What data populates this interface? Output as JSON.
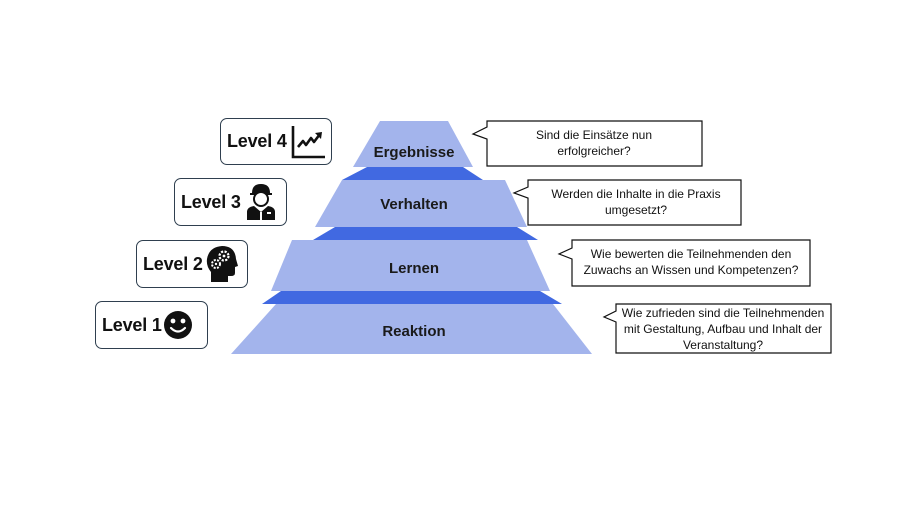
{
  "diagram": {
    "colors": {
      "slab_fill": "#A3B4EC",
      "connector_fill": "#4169E1",
      "box_border": "#2F3F4F",
      "text": "#111111"
    },
    "levels": [
      {
        "level_label": "Level 4",
        "icon": "trending-chart-icon",
        "slab_label": "Ergebnisse",
        "question_lines": [
          "Sind die Einsätze nun",
          "erfolgreicher?"
        ]
      },
      {
        "level_label": "Level 3",
        "icon": "worker-icon",
        "slab_label": "Verhalten",
        "question_lines": [
          "Werden die Inhalte in die Praxis",
          "umgesetzt?"
        ]
      },
      {
        "level_label": "Level 2",
        "icon": "head-gears-icon",
        "slab_label": "Lernen",
        "question_lines": [
          "Wie bewerten die Teilnehmenden den",
          "Zuwachs an Wissen und Kompetenzen?"
        ]
      },
      {
        "level_label": "Level 1",
        "icon": "smiley-icon",
        "slab_label": "Reaktion",
        "question_lines": [
          "Wie zufrieden sind die Teilnehmenden",
          "mit Gestaltung, Aufbau und Inhalt der",
          "Veranstaltung?"
        ]
      }
    ]
  }
}
